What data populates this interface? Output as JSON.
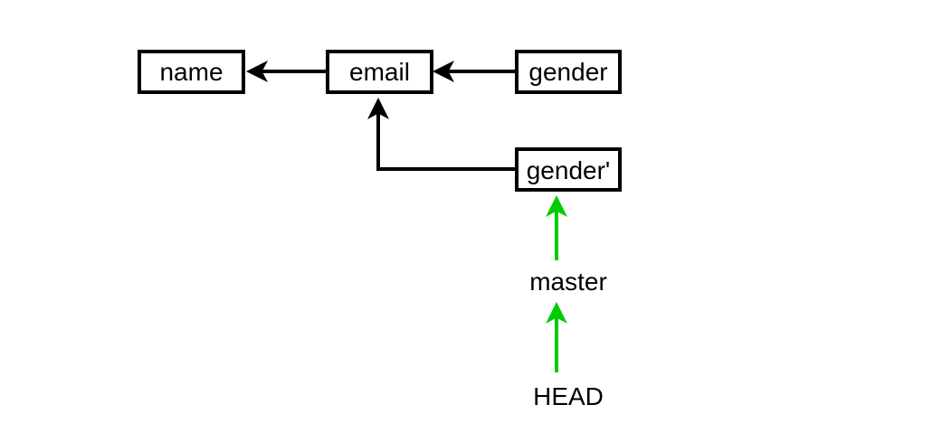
{
  "commits": {
    "name": "name",
    "email": "email",
    "gender": "gender",
    "gender_amended": "gender'"
  },
  "refs": {
    "branch": "master",
    "head": "HEAD"
  },
  "colors": {
    "commit_edge": "#000000",
    "ref_edge": "#00cc00"
  }
}
